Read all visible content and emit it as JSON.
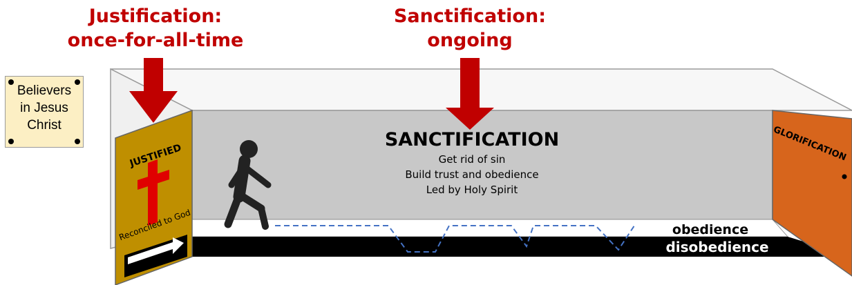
{
  "headings": {
    "justification": [
      "Justification:",
      "once-for-all-time"
    ],
    "sanctification": [
      "Sanctification:",
      "ongoing"
    ]
  },
  "believers_sign": [
    "Believers",
    "in Jesus",
    "Christ"
  ],
  "sanctification_room": {
    "title": "SANCTIFICATION",
    "lines": [
      "Get rid of sin",
      "Build trust and obedience",
      "Led by Holy Spirit"
    ]
  },
  "justified_door": {
    "title": "JUSTIFIED",
    "caption": "Reconciled to God",
    "sign": "ONE WAY"
  },
  "glorification_door": {
    "title": "GLORIFICATION"
  },
  "floor": {
    "obedience": "obedience",
    "disobedience": "disobedience"
  },
  "colors": {
    "heading_red": "#c00000",
    "arrow_red": "#c00000",
    "justified_gold": "#bf8f00",
    "cross_red": "#e00000",
    "glorification_orange": "#d7651c",
    "wall_gray": "#c8c8c8",
    "path_blue": "#4472c4",
    "sign_cream": "#fcefc4"
  },
  "icons": [
    "walking-person-icon",
    "cross-icon",
    "arrow-down-icon",
    "one-way-arrow-icon"
  ]
}
